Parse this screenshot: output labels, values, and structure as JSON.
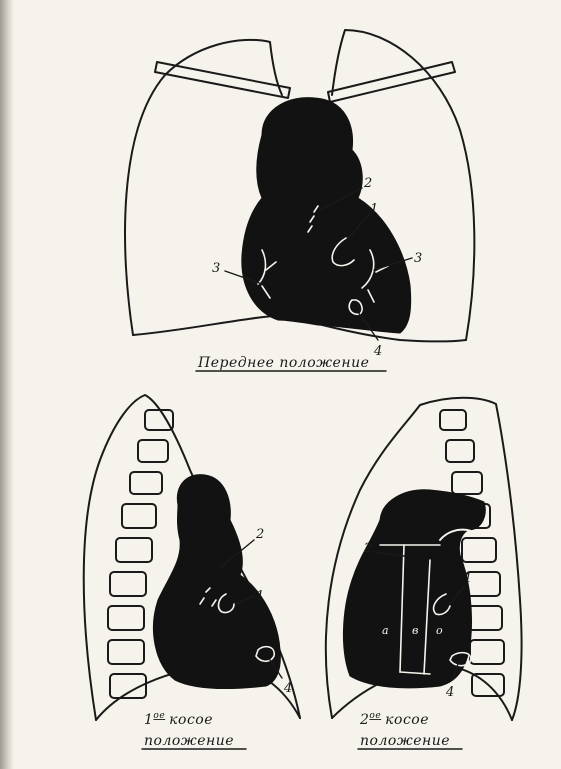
{
  "captions": {
    "front": "Переднее положение",
    "oblique1_num": "1",
    "oblique1_sup": "ое",
    "oblique1_word": "косое",
    "oblique1_line2": "положение",
    "oblique2_num": "2",
    "oblique2_sup": "ое",
    "oblique2_word": "косое",
    "oblique2_line2": "положение"
  },
  "labels": {
    "front": [
      "2",
      "1",
      "3",
      "3",
      "4"
    ],
    "oblique1": [
      "2",
      "1",
      "4"
    ],
    "oblique2": [
      "2",
      "1",
      "4",
      "а",
      "в",
      "о"
    ]
  }
}
